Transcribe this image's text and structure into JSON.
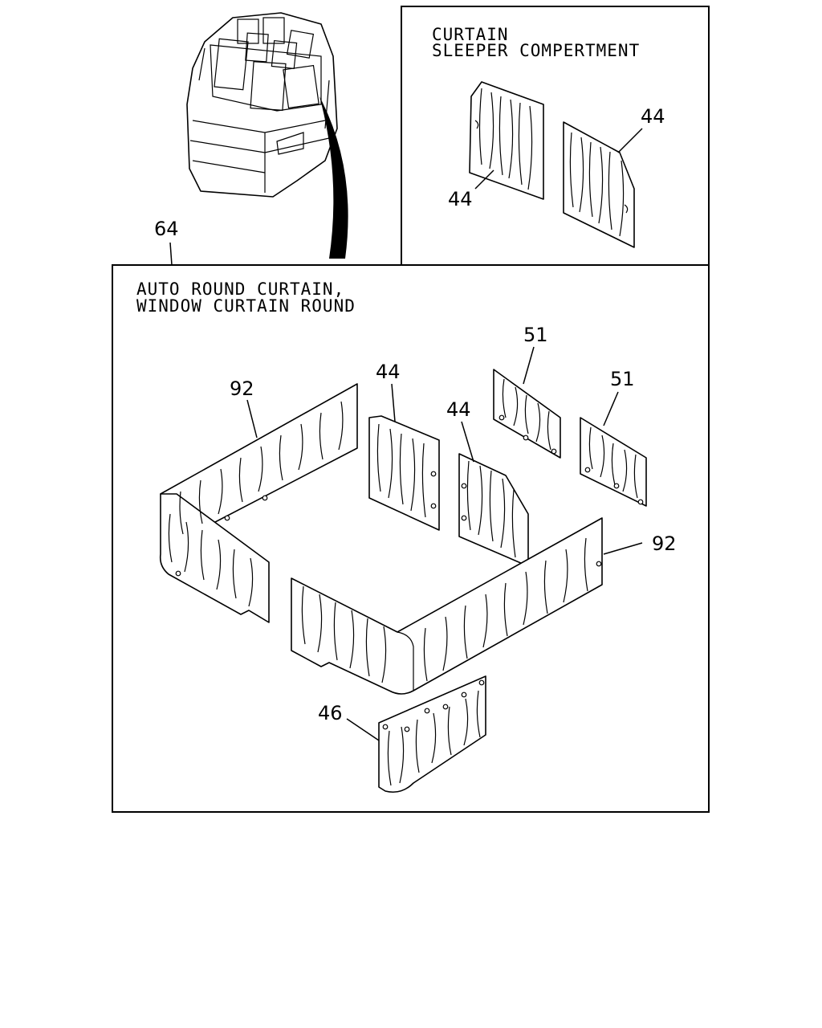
{
  "titles": {
    "sleeper_line1": "CURTAIN",
    "sleeper_line2": "SLEEPER COMPERTMENT",
    "auto_line1": "AUTO ROUND CURTAIN,",
    "auto_line2": "WINDOW CURTAIN ROUND"
  },
  "callouts": {
    "c64": "64",
    "c44_sleeper_right": "44",
    "c44_sleeper_left": "44",
    "c92_left": "92",
    "c44_panel_a": "44",
    "c44_panel_b": "44",
    "c51_a": "51",
    "c51_b": "51",
    "c92_right": "92",
    "c46": "46"
  }
}
